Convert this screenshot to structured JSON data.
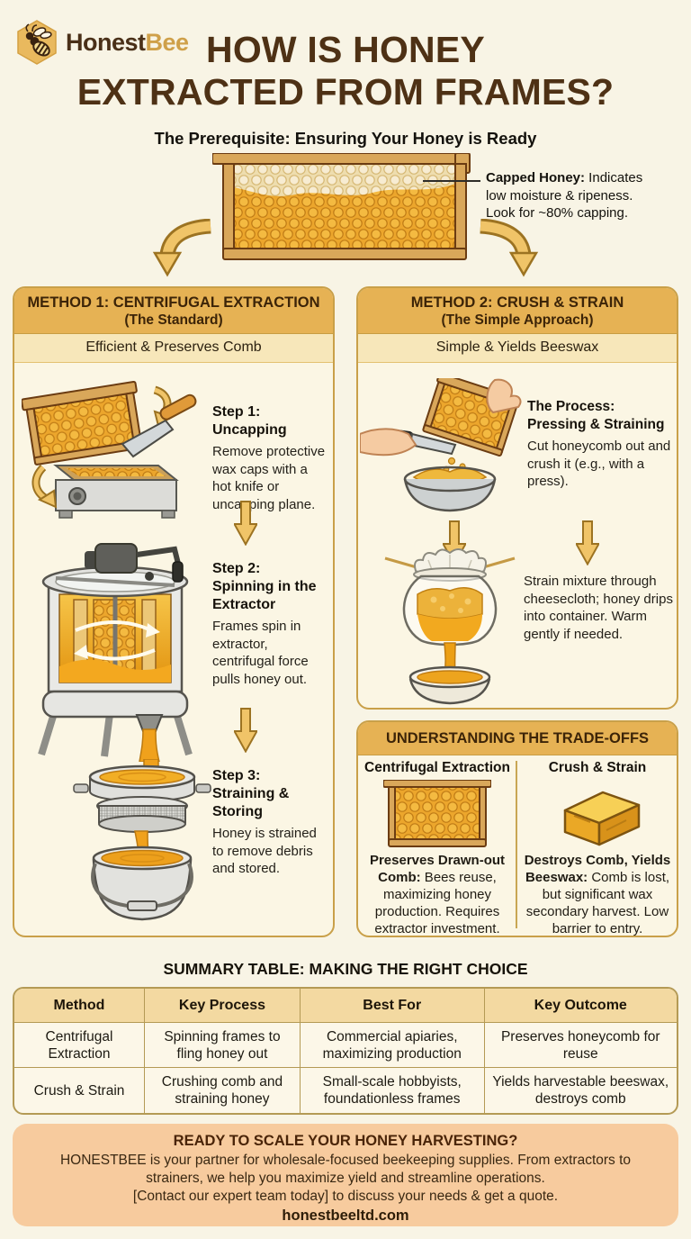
{
  "colors": {
    "background": "#f8f4e5",
    "accent_gold": "#e6b254",
    "panel_border": "#c9a049",
    "title_brown": "#4e3115",
    "arrow_gold": "#f0c468",
    "footer_bg": "#f7cb9e",
    "table_header_bg": "#f3d9a1"
  },
  "brand": {
    "logo_text_primary": "Honest",
    "logo_text_secondary": "Bee"
  },
  "header": {
    "title_line1": "HOW IS HONEY",
    "title_line2": "EXTRACTED FROM FRAMES?"
  },
  "prerequisite": {
    "heading": "The Prerequisite: Ensuring Your Honey is Ready",
    "callout_lead": "Capped Honey:",
    "callout_rest": " Indicates low moisture & ripeness. Look for ~80% capping."
  },
  "method1": {
    "title": "METHOD 1: CENTRIFUGAL EXTRACTION",
    "subtitle": "(The Standard)",
    "tagline": "Efficient & Preserves Comb",
    "steps": [
      {
        "title": "Step 1: Uncapping",
        "body": "Remove protective wax caps with a hot knife or uncapping plane."
      },
      {
        "title": "Step 2:\nSpinning in the Extractor",
        "body": "Frames spin in extractor, centrifugal force pulls honey out."
      },
      {
        "title": "Step 3:\nStraining & Storing",
        "body": "Honey is strained to remove debris and stored."
      }
    ]
  },
  "method2": {
    "title": "METHOD 2: CRUSH & STRAIN",
    "subtitle": "(The Simple Approach)",
    "tagline": "Simple & Yields Beeswax",
    "steps": [
      {
        "title": "The Process:\nPressing & Straining",
        "body": "Cut honeycomb out and crush it (e.g., with a press)."
      },
      {
        "title": "",
        "body": "Strain mixture through cheesecloth; honey drips into container. Warm gently if needed."
      }
    ]
  },
  "tradeoffs": {
    "title": "UNDERSTANDING THE TRADE-OFFS",
    "left": {
      "heading": "Centrifugal Extraction",
      "lead": "Preserves Drawn-out Comb:",
      "rest": " Bees reuse, maximizing honey production. Requires extractor investment."
    },
    "right": {
      "heading": "Crush & Strain",
      "lead": "Destroys Comb, Yields Beeswax:",
      "rest": " Comb is lost, but significant wax secondary harvest. Low barrier to entry."
    }
  },
  "summary": {
    "title": "SUMMARY TABLE: MAKING THE RIGHT CHOICE",
    "columns": [
      "Method",
      "Key Process",
      "Best For",
      "Key Outcome"
    ],
    "rows": [
      [
        "Centrifugal Extraction",
        "Spinning frames to fling honey out",
        "Commercial apiaries, maximizing production",
        "Preserves honeycomb for reuse"
      ],
      [
        "Crush & Strain",
        "Crushing comb and straining honey",
        "Small-scale hobbyists, foundationless frames",
        "Yields harvestable beeswax, destroys comb"
      ]
    ]
  },
  "footer": {
    "heading": "READY TO SCALE YOUR HONEY HARVESTING?",
    "body": "HONESTBEE is your partner for wholesale-focused beekeeping supplies. From extractors to strainers, we help you maximize yield and streamline operations.",
    "cta": "[Contact our expert team today] to discuss your needs & get a quote.",
    "website": "honestbeeltd.com"
  },
  "icons": {
    "logo": "bee-hexagon",
    "flow_arrow": "curved-block-arrow",
    "step_arrow": "block-arrow-down"
  }
}
